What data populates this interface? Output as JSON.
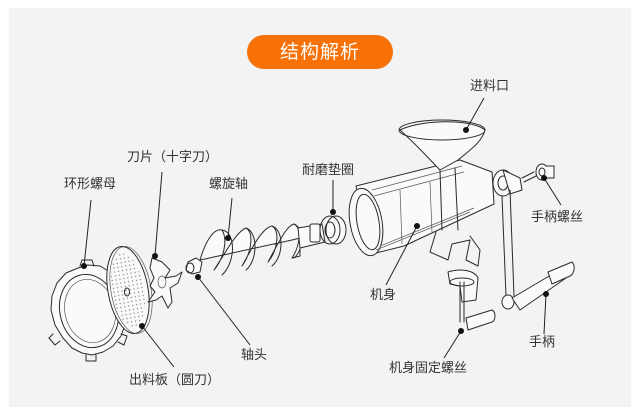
{
  "title": "结构解析",
  "accent_color": "#f77107",
  "parts": [
    {
      "id": "feed-inlet",
      "label": "进料口"
    },
    {
      "id": "cross-blade",
      "label": "刀片（十字刀）"
    },
    {
      "id": "wear-washer",
      "label": "耐磨垫圈"
    },
    {
      "id": "ring-nut",
      "label": "环形螺母"
    },
    {
      "id": "screw-auger",
      "label": "螺旋轴"
    },
    {
      "id": "handle-screw",
      "label": "手柄螺丝"
    },
    {
      "id": "body",
      "label": "机身"
    },
    {
      "id": "shaft-head",
      "label": "轴头"
    },
    {
      "id": "handle",
      "label": "手柄"
    },
    {
      "id": "body-clamp-screw",
      "label": "机身固定螺丝"
    },
    {
      "id": "discharge-plate",
      "label": "出料板（圆刀）"
    }
  ]
}
